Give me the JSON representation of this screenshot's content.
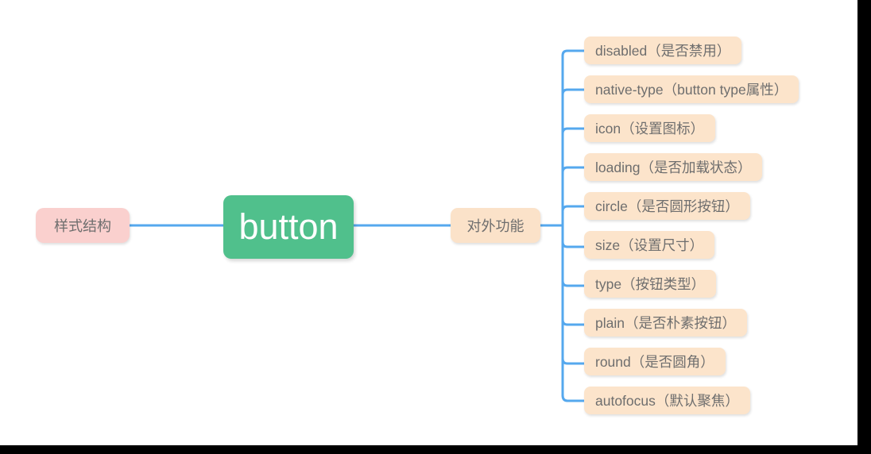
{
  "diagram": {
    "type": "mindmap",
    "title": "button",
    "orientation": "left-to-right",
    "colors": {
      "root_fill": "#50c08c",
      "root_text": "#ffffff",
      "style_fill": "#fad0ce",
      "branch_fill": "#fbe2c9",
      "leaf_fill": "#fce4cb",
      "node_text": "#6e6e6e",
      "connector": "#55a8ee",
      "background": "#ffffff",
      "frame": "#000000"
    },
    "root": {
      "label": "button"
    },
    "left_branch": {
      "label": "样式结构"
    },
    "right_branch": {
      "label": "对外功能",
      "leaves": [
        {
          "label": "disabled（是否禁用）"
        },
        {
          "label": "native-type（button type属性）"
        },
        {
          "label": "icon（设置图标）"
        },
        {
          "label": "loading（是否加载状态）"
        },
        {
          "label": "circle（是否圆形按钮）"
        },
        {
          "label": "size（设置尺寸）"
        },
        {
          "label": "type（按钮类型）"
        },
        {
          "label": "plain（是否朴素按钮）"
        },
        {
          "label": "round（是否圆角）"
        },
        {
          "label": "autofocus（默认聚焦）"
        }
      ]
    }
  }
}
